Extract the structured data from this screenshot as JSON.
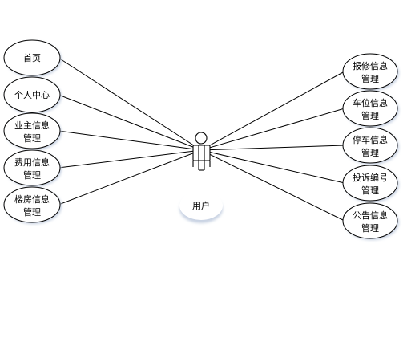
{
  "actor": {
    "label": "用户"
  },
  "left_use_cases": [
    {
      "lines": [
        "首页"
      ]
    },
    {
      "lines": [
        "个人中心"
      ]
    },
    {
      "lines": [
        "业主信息",
        "管理"
      ]
    },
    {
      "lines": [
        "费用信息",
        "管理"
      ]
    },
    {
      "lines": [
        "楼房信息",
        "管理"
      ]
    }
  ],
  "right_use_cases": [
    {
      "lines": [
        "报修信息",
        "管理"
      ]
    },
    {
      "lines": [
        "车位信息",
        "管理"
      ]
    },
    {
      "lines": [
        "停车信息",
        "管理"
      ]
    },
    {
      "lines": [
        "投诉编号",
        "管理"
      ]
    },
    {
      "lines": [
        "公告信息",
        "管理"
      ]
    }
  ],
  "colors": {
    "stroke": "#000000",
    "fill": "#ffffff",
    "shadow": "#c9d3e3"
  }
}
